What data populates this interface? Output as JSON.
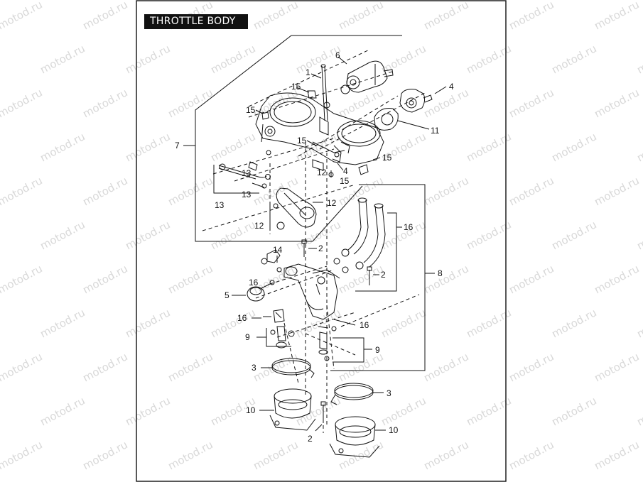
{
  "title": "THROTTLE BODY",
  "watermark": "motod.ru",
  "colors": {
    "line": "#111111",
    "watermark": "#d8d8d8",
    "title_bg": "#111111",
    "title_fg": "#ffffff"
  },
  "callouts": {
    "c1": "1",
    "c2a": "2",
    "c2b": "2",
    "c2c": "2",
    "c3a": "3",
    "c3b": "3",
    "c4a": "4",
    "c4b": "4",
    "c5": "5",
    "c6": "6",
    "c7": "7",
    "c8": "8",
    "c9a": "9",
    "c9b": "9",
    "c10a": "10",
    "c10b": "10",
    "c11": "11",
    "c12a": "12",
    "c12b": "12",
    "c12c": "12",
    "c13a": "13",
    "c13b": "13",
    "c13c": "13",
    "c14": "14",
    "c15a": "15",
    "c15b": "15",
    "c15c": "15",
    "c15d": "15",
    "c15e": "15",
    "c16a": "16",
    "c16b": "16",
    "c16c": "16",
    "c16d": "16"
  }
}
